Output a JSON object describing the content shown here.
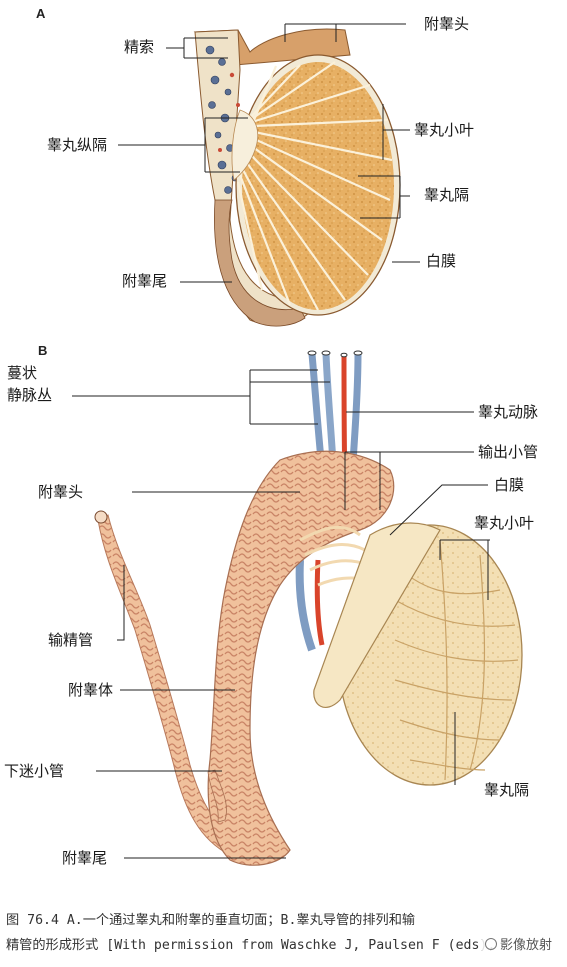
{
  "panel_a": {
    "letter": "A",
    "labels": {
      "spermatic_cord": "精索",
      "epididymis_head": "附睾头",
      "mediastinum": "睾丸纵隔",
      "lobules": "睾丸小叶",
      "septa": "睾丸隔",
      "tunica_albuginea": "白膜",
      "epididymis_tail": "附睾尾"
    }
  },
  "panel_b": {
    "letter": "B",
    "labels": {
      "pampiniform_1": "蔓状",
      "pampiniform_2": "静脉丛",
      "testicular_artery": "睾丸动脉",
      "efferent_ductules": "输出小管",
      "tunica_albuginea": "白膜",
      "epididymis_head": "附睾头",
      "lobules": "睾丸小叶",
      "vas_deferens": "输精管",
      "epididymis_body": "附睾体",
      "ductulus_aberrans": "下迷小管",
      "septa": "睾丸隔",
      "epididymis_tail": "附睾尾"
    }
  },
  "caption": {
    "line1": "图 76.4  A.一个通过睾丸和附睾的垂直切面；B.睾丸导管的排列和输",
    "line2": "精管的形成形式 [With permission from Waschke J, Paulsen F (eds),"
  },
  "watermark": "影像放射",
  "colors": {
    "parenchyma": "#e9b46a",
    "septa": "#fdf3dc",
    "epididymis": "#f1c7a3",
    "artery": "#d9442b",
    "vein": "#7f9cc2",
    "tunica": "#f6e7c4"
  }
}
